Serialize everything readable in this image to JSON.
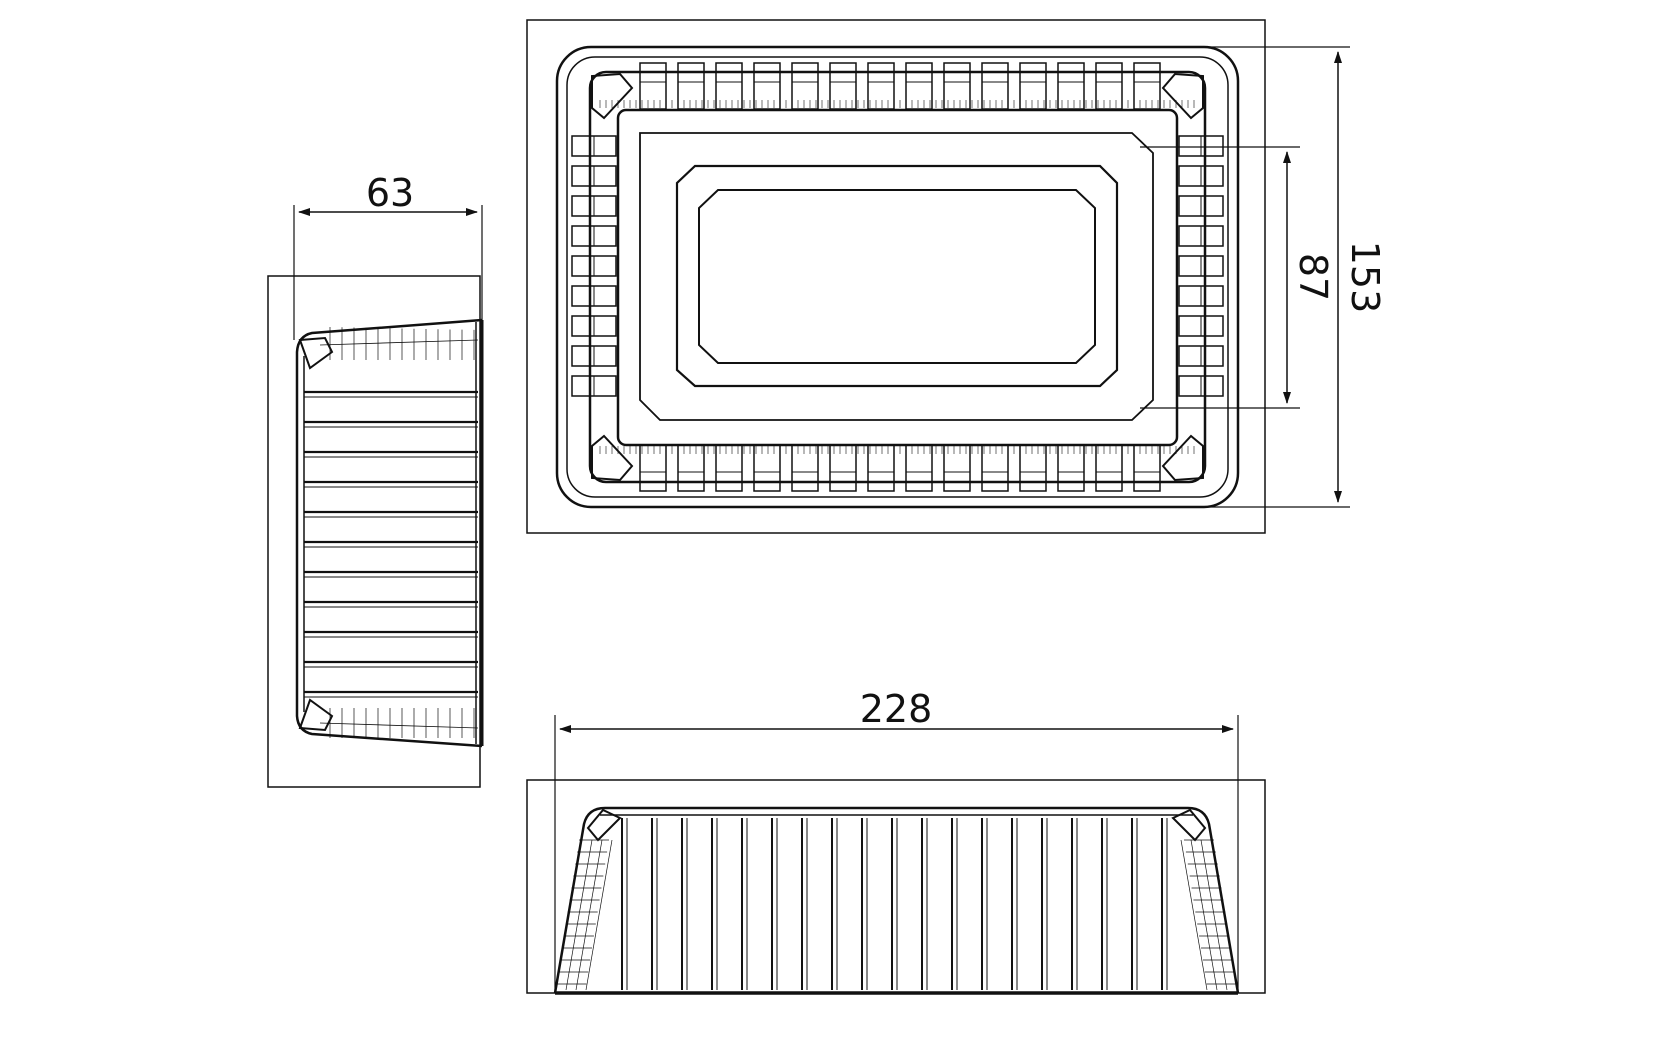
{
  "dimensions": {
    "depth": "63",
    "length": "228",
    "inner_width": "87",
    "outer_width": "153"
  },
  "colors": {
    "line": "#111111",
    "background": "#ffffff"
  }
}
